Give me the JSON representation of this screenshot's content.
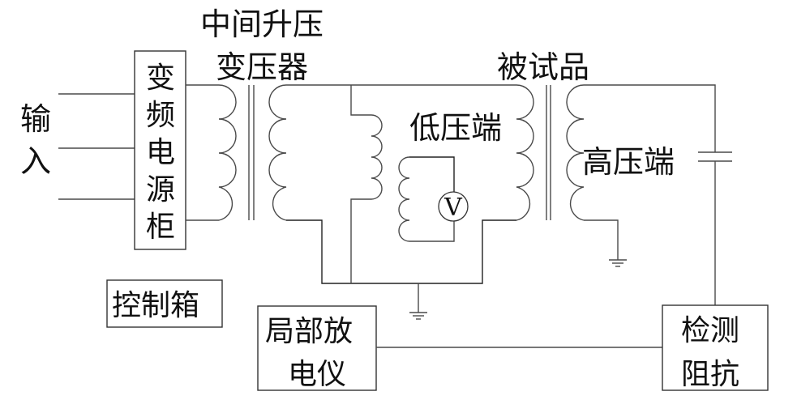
{
  "diagram": {
    "title_line1": "中间升压",
    "title_line2": "变压器",
    "input_label_line1": "输",
    "input_label_line2": "入",
    "power_cabinet": {
      "chars": [
        "变",
        "频",
        "电",
        "源",
        "柜"
      ]
    },
    "control_box": "控制箱",
    "dut_label": "被试品",
    "low_voltage_label": "低压端",
    "high_voltage_label": "高压端",
    "voltmeter_symbol": "V",
    "pd_instrument": {
      "line1": "局部放",
      "line2": "电仪"
    },
    "detection_impedance": {
      "line1": "检测",
      "line2": "阻抗"
    },
    "icons": {
      "ground": "ground-icon",
      "capacitor": "capacitor-icon",
      "voltmeter": "voltmeter-icon",
      "coil": "inductor-coil-icon"
    }
  }
}
